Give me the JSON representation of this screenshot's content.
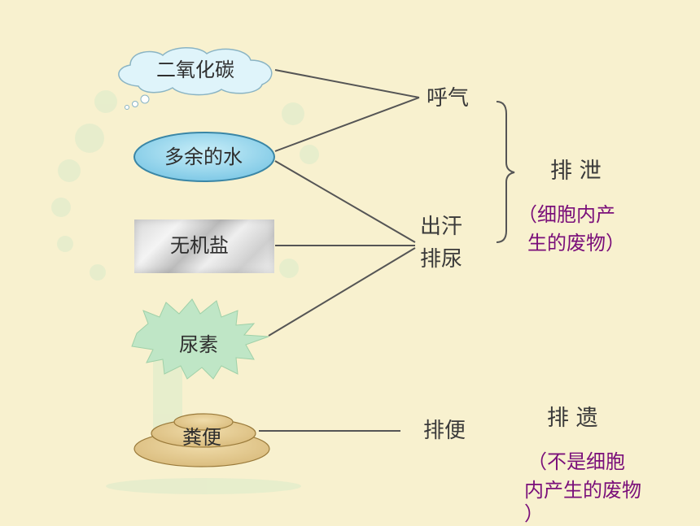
{
  "nodes": {
    "co2": "二氧化碳",
    "water": "多余的水",
    "salt": "无机盐",
    "urea": "尿素",
    "feces": "粪便"
  },
  "routes": {
    "breath": "呼气",
    "sweat": "出汗",
    "urine": "排尿",
    "defecate": "排便"
  },
  "categories": {
    "excretion_title": "排 泄",
    "excretion_note_1": "（细胞内产",
    "excretion_note_2": "生的废物）",
    "egestion_title": "排 遗",
    "egestion_note_1": "（不是细胞",
    "egestion_note_2": "内产生的废物",
    "egestion_note_3": "）"
  },
  "colors": {
    "background": "#f8f1cf",
    "cloud_fill": "#dff4fa",
    "water_fill": "#8fd3ec",
    "urea_fill": "#bfe6c6",
    "feces_fill": "#e2c98f",
    "line": "#555555",
    "note_text": "#7a0f7a"
  }
}
